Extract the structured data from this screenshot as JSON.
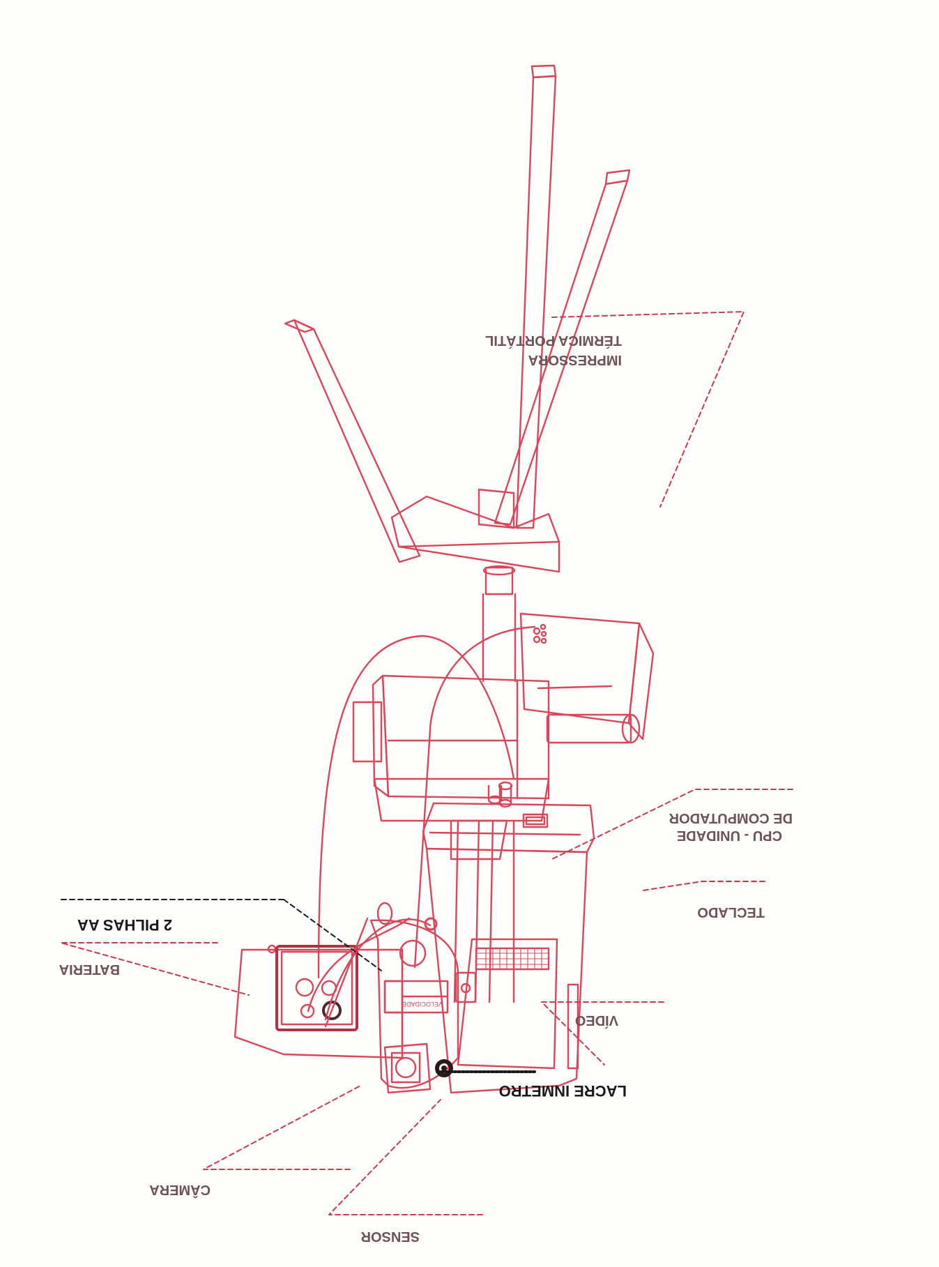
{
  "diagram": {
    "colors": {
      "line": "#d9465a",
      "leader": "#c73a4c",
      "text": "#6e5258",
      "background": "#fdfdfc"
    },
    "labels": {
      "impressora_line1": "IMPRESSORA",
      "impressora_line2": "TÉRMICA PORTÁTIL",
      "cpu_line1": "CPU - UNIDADE",
      "cpu_line2": "DE COMPUTADOR",
      "teclado": "TECLADO",
      "pilhas": "2 PILHAS AA",
      "bateria": "BATERIA",
      "lacre": "LACRE INMETRO",
      "video": "VÍDEO",
      "camera": "CÂMERA",
      "sensor": "SENSOR",
      "panel_small": "VELOCIDADE"
    }
  }
}
